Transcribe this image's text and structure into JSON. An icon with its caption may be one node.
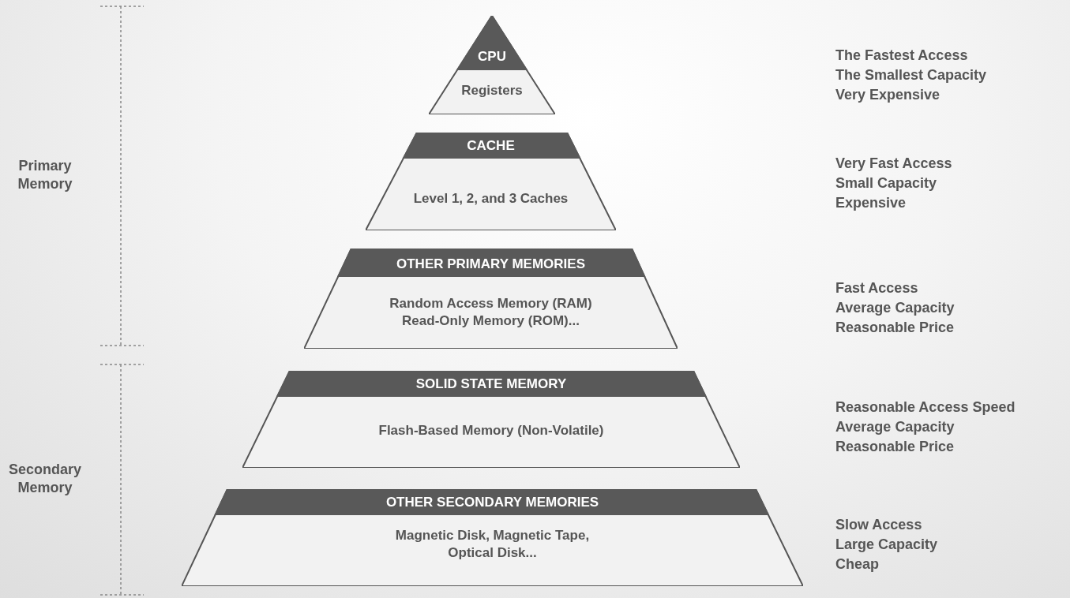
{
  "diagram": {
    "nodes": [
      {
        "text": [
          "CPU",
          "Registers"
        ],
        "beside": [
          "The Fastest Access",
          "The Smallest Capacity",
          "Very Expensive"
        ]
      },
      {
        "text": [
          "CACHE",
          "Level 1, 2, and 3 Caches"
        ],
        "beside": [
          "Very Fast Access",
          "Small Capacity",
          "Expensive"
        ]
      },
      {
        "text": [
          "OTHER PRIMARY MEMORIES",
          "Random Access Memory (RAM) Read-Only Memory (ROM)..."
        ],
        "beside": [
          "Fast Access",
          "Average Capacity",
          "Reasonable Price"
        ]
      },
      {
        "text": [
          "SOLID STATE MEMORY",
          "Flash-Based Memory (Non-Volatile)"
        ],
        "beside": [
          "Reasonable Access Speed",
          "Average Capacity",
          "Reasonable Price"
        ]
      },
      {
        "text": [
          "OTHER SECONDARY MEMORIES",
          "Magnetic Disk, Magnetic Tape, Optical Disk..."
        ],
        "beside": [
          "Slow Access",
          "Large Capacity",
          "Cheap"
        ]
      }
    ],
    "edges": [],
    "labels": [
      "Primary Memory",
      "Secondary Memory"
    ]
  }
}
